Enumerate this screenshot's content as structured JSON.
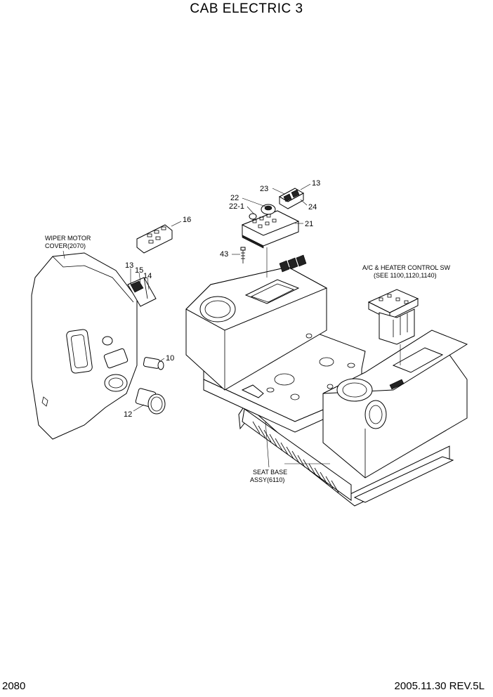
{
  "title": "CAB ELECTRIC 3",
  "footer": {
    "page_number": "2080",
    "date_rev": "2005.11.30  REV.5L"
  },
  "callouts": {
    "c16": "16",
    "c13a": "13",
    "c15": "15",
    "c14": "14",
    "c10": "10",
    "c12": "12",
    "c22": "22",
    "c22_1": "22-1",
    "c23": "23",
    "c13b": "13",
    "c24": "24",
    "c21": "21",
    "c43": "43"
  },
  "notes": {
    "wiper_1": "WIPER MOTOR",
    "wiper_2": "COVER(2070)",
    "ac_1": "A/C & HEATER CONTROL SW",
    "ac_2": "(SEE 1100,1120,1140)",
    "seat_1": "SEAT BASE",
    "seat_2": "ASSY(6110)"
  }
}
